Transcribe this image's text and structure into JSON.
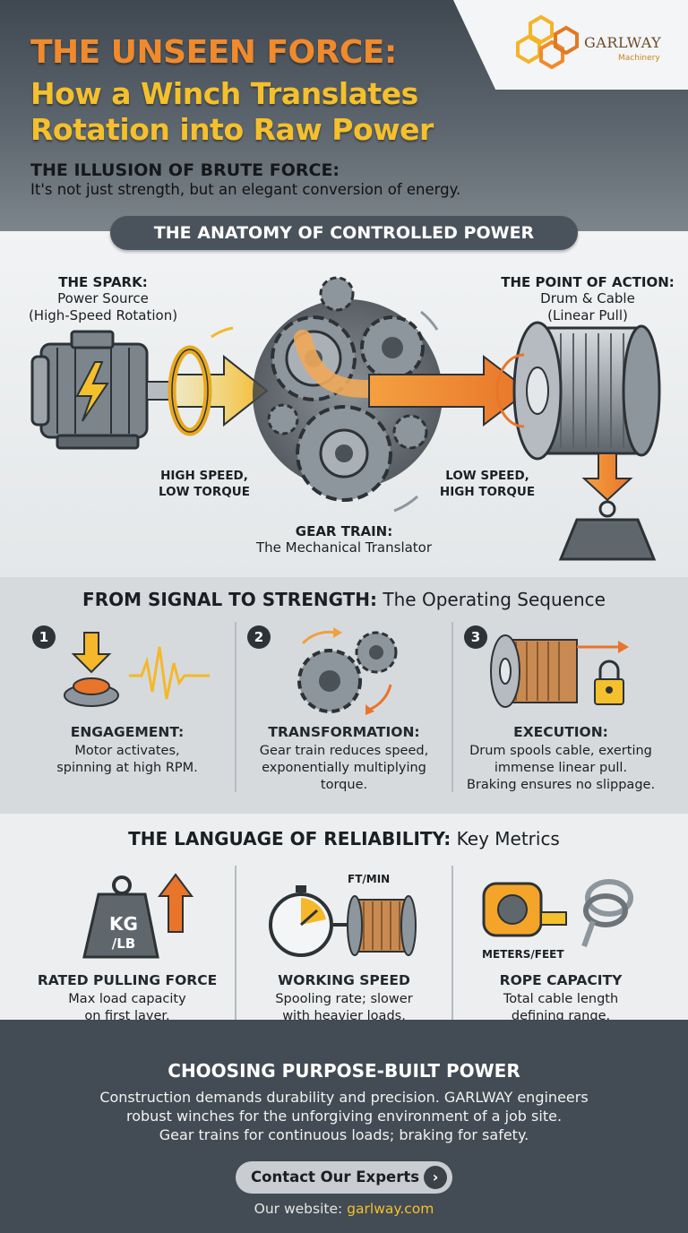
{
  "header": {
    "title_line1": "THE UNSEEN FORCE:",
    "title_line2": "How a Winch Translates",
    "title_line3": "Rotation into Raw Power",
    "illusion_heading": "THE ILLUSION OF BRUTE FORCE:",
    "illusion_text": "It's not just strength, but an elegant conversion of energy."
  },
  "logo": {
    "name": "GARLWAY",
    "sub": "Machinery"
  },
  "anatomy": {
    "pill": "THE ANATOMY OF CONTROLLED POWER",
    "spark_heading": "THE SPARK:",
    "spark_line1": "Power Source",
    "spark_line2": "(High-Speed Rotation)",
    "action_heading": "THE POINT OF ACTION:",
    "action_line1": "Drum & Cable",
    "action_line2": "(Linear Pull)",
    "high_speed_line1": "HIGH SPEED,",
    "high_speed_line2": "LOW TORQUE",
    "low_speed_line1": "LOW SPEED,",
    "low_speed_line2": "HIGH TORQUE",
    "gear_heading": "GEAR TRAIN:",
    "gear_text": "The Mechanical Translator"
  },
  "sequence": {
    "title_bold": "FROM SIGNAL TO STRENGTH:",
    "title_rest": " The Operating Sequence",
    "steps": [
      {
        "num": "1",
        "heading": "ENGAGEMENT:",
        "line1": "Motor activates,",
        "line2": "spinning at high RPM.",
        "line3": ""
      },
      {
        "num": "2",
        "heading": "TRANSFORMATION:",
        "line1": "Gear train reduces speed,",
        "line2": "exponentially multiplying",
        "line3": "torque."
      },
      {
        "num": "3",
        "heading": "EXECUTION:",
        "line1": "Drum spools cable, exerting",
        "line2": "immense linear pull.",
        "line3": "Braking ensures no slippage."
      }
    ]
  },
  "metrics": {
    "title_bold": "THE LANGUAGE OF RELIABILITY:",
    "title_rest": " Key Metrics",
    "weight_kg": "KG",
    "weight_lb": "/LB",
    "speed_unit": "FT/MIN",
    "length_unit": "METERS/FEET",
    "items": [
      {
        "heading": "RATED PULLING FORCE",
        "line1": "Max load capacity",
        "line2": "on first layer."
      },
      {
        "heading": "WORKING SPEED",
        "line1": "Spooling rate; slower",
        "line2": "with heavier loads."
      },
      {
        "heading": "ROPE CAPACITY",
        "line1": "Total cable length",
        "line2": "defining range."
      }
    ]
  },
  "footer": {
    "title": "CHOOSING PURPOSE-BUILT POWER",
    "line1": "Construction demands durability and precision. GARLWAY engineers",
    "line2": "robust winches for the unforgiving environment of a job site.",
    "line3": "Gear trains for continuous loads; braking for safety.",
    "cta_label": "Contact Our Experts",
    "website_prefix": "Our website: ",
    "website_url": "garlway.com"
  },
  "colors": {
    "orange": "#f08a2c",
    "yellow": "#f4c02c",
    "dark": "#434c54",
    "steel": "#8d969d"
  }
}
